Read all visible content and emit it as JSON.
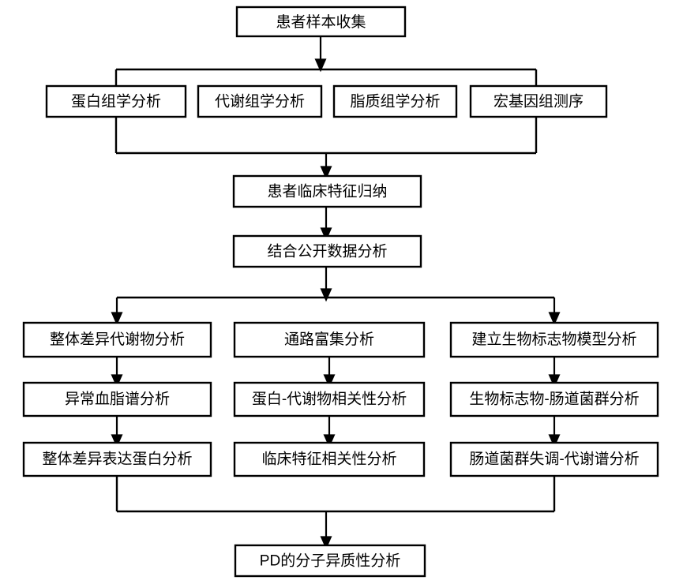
{
  "diagram": {
    "title": "PD multi-omics analysis workflow flowchart",
    "background_color": "#ffffff",
    "line_color": "#000000",
    "box_fill": "#ffffff",
    "nodes": {
      "sample_collection": "患者样本收集",
      "proteomics": "蛋白组学分析",
      "metabolomics": "代谢组学分析",
      "lipidomics": "脂质组学分析",
      "metagenomics": "宏基因组测序",
      "clinical_features": "患者临床特征归纳",
      "public_data": "结合公开数据分析",
      "left_1": "整体差异代谢物分析",
      "left_2": "异常血脂谱分析",
      "left_3": "整体差异表达蛋白分析",
      "mid_1": "通路富集分析",
      "mid_2": "蛋白-代谢物相关性分析",
      "mid_3": "临床特征相关性分析",
      "right_1": "建立生物标志物模型分析",
      "right_2": "生物标志物-肠道菌群分析",
      "right_3": "肠道菌群失调-代谢谱分析",
      "final": "PD的分子异质性分析"
    }
  }
}
